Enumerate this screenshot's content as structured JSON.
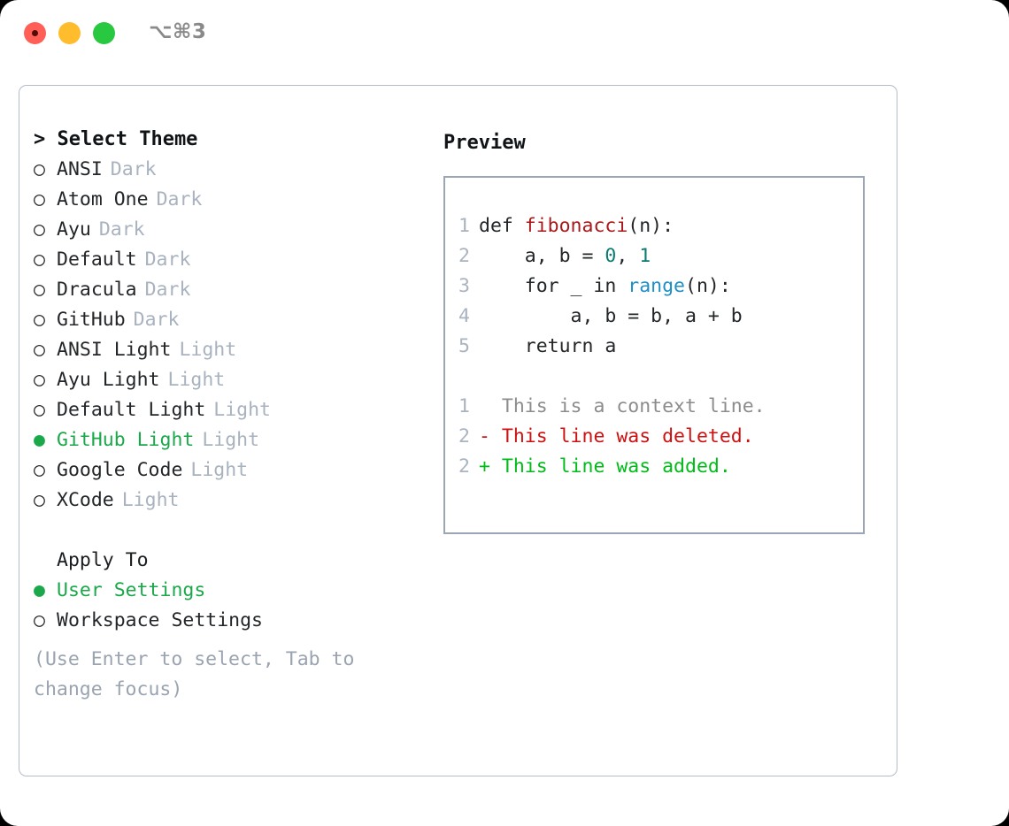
{
  "window": {
    "shortcut": "⌥⌘3",
    "traffic_lights": [
      "close-red",
      "minimize-yellow",
      "maximize-green"
    ]
  },
  "theme_selector": {
    "header": "> Select Theme",
    "items": [
      {
        "bullet": "○",
        "name": "ANSI",
        "variant": "Dark",
        "selected": false
      },
      {
        "bullet": "○",
        "name": "Atom One",
        "variant": "Dark",
        "selected": false
      },
      {
        "bullet": "○",
        "name": "Ayu",
        "variant": "Dark",
        "selected": false
      },
      {
        "bullet": "○",
        "name": "Default",
        "variant": "Dark",
        "selected": false
      },
      {
        "bullet": "○",
        "name": "Dracula",
        "variant": "Dark",
        "selected": false
      },
      {
        "bullet": "○",
        "name": "GitHub",
        "variant": "Dark",
        "selected": false
      },
      {
        "bullet": "○",
        "name": "ANSI Light",
        "variant": "Light",
        "selected": false
      },
      {
        "bullet": "○",
        "name": "Ayu Light",
        "variant": "Light",
        "selected": false
      },
      {
        "bullet": "○",
        "name": "Default Light",
        "variant": "Light",
        "selected": false
      },
      {
        "bullet": "●",
        "name": "GitHub Light",
        "variant": "Light",
        "selected": true
      },
      {
        "bullet": "○",
        "name": "Google Code",
        "variant": "Light",
        "selected": false
      },
      {
        "bullet": "○",
        "name": "XCode",
        "variant": "Light",
        "selected": false
      }
    ]
  },
  "apply_to": {
    "title": "Apply To",
    "options": [
      {
        "bullet": "●",
        "label": "User Settings",
        "selected": true
      },
      {
        "bullet": "○",
        "label": "Workspace Settings",
        "selected": false
      }
    ]
  },
  "hint": "(Use Enter to select, Tab to change focus)",
  "preview": {
    "title": "Preview",
    "code_lines": [
      {
        "num": "1",
        "parts": [
          {
            "t": "def ",
            "c": "plain"
          },
          {
            "t": "fibonacci",
            "c": "fn"
          },
          {
            "t": "(n):",
            "c": "plain"
          }
        ]
      },
      {
        "num": "2",
        "parts": [
          {
            "t": "    a, b = ",
            "c": "plain"
          },
          {
            "t": "0",
            "c": "num"
          },
          {
            "t": ", ",
            "c": "plain"
          },
          {
            "t": "1",
            "c": "num"
          }
        ]
      },
      {
        "num": "3",
        "parts": [
          {
            "t": "    for _ in ",
            "c": "plain"
          },
          {
            "t": "range",
            "c": "call"
          },
          {
            "t": "(n):",
            "c": "plain"
          }
        ]
      },
      {
        "num": "4",
        "parts": [
          {
            "t": "        a, b = b, a + b",
            "c": "plain"
          }
        ]
      },
      {
        "num": "5",
        "parts": [
          {
            "t": "    return a",
            "c": "plain"
          }
        ]
      }
    ],
    "diff_lines": [
      {
        "num": "1",
        "marker": " ",
        "text": " This is a context line.",
        "kind": "ctx"
      },
      {
        "num": "2",
        "marker": "-",
        "text": " This line was deleted.",
        "kind": "del"
      },
      {
        "num": "2",
        "marker": "+",
        "text": " This line was added.",
        "kind": "add"
      }
    ]
  },
  "colors": {
    "accent_green": "#1aa84a",
    "diff_add": "#00bb18",
    "diff_del": "#cc1111",
    "muted": "#a9b2bf",
    "function": "#a8181b",
    "number": "#0b7a70",
    "call": "#1f8fc4",
    "panel_border": "#b3bcc8",
    "preview_border": "#9aa5b5"
  }
}
